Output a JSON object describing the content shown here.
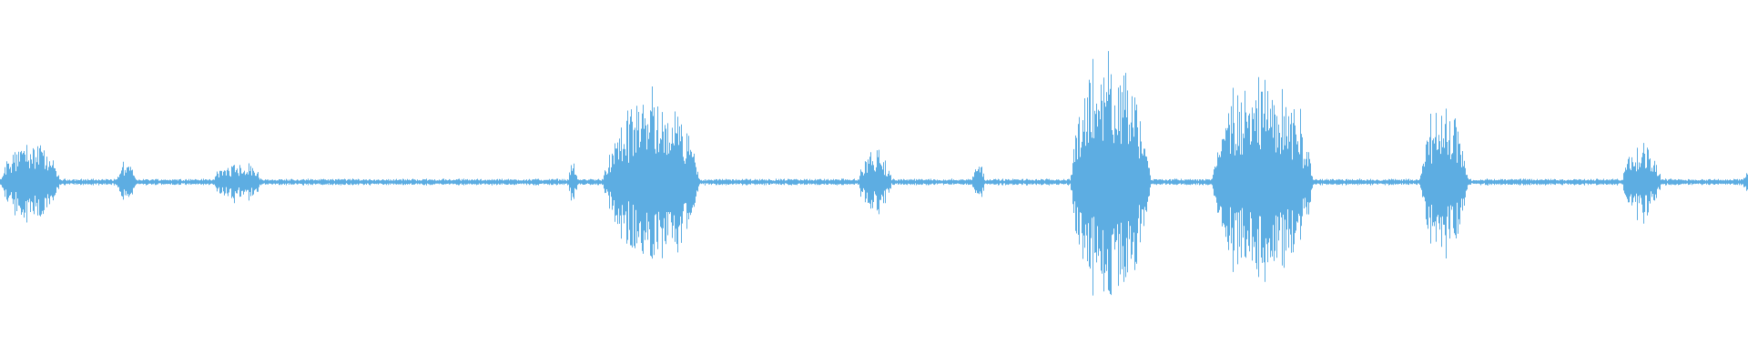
{
  "waveform": {
    "color": "#5DADE2",
    "segments": [
      {
        "start": 0.0,
        "end": 0.034,
        "amp": 0.19
      },
      {
        "start": 0.066,
        "end": 0.078,
        "amp": 0.08
      },
      {
        "start": 0.122,
        "end": 0.15,
        "amp": 0.1
      },
      {
        "start": 0.325,
        "end": 0.33,
        "amp": 0.11
      },
      {
        "start": 0.345,
        "end": 0.4,
        "amp": 0.39
      },
      {
        "start": 0.491,
        "end": 0.51,
        "amp": 0.14
      },
      {
        "start": 0.556,
        "end": 0.563,
        "amp": 0.11
      },
      {
        "start": 0.612,
        "end": 0.658,
        "amp": 0.6
      },
      {
        "start": 0.693,
        "end": 0.751,
        "amp": 0.5
      },
      {
        "start": 0.812,
        "end": 0.84,
        "amp": 0.34
      },
      {
        "start": 0.928,
        "end": 0.95,
        "amp": 0.2
      },
      {
        "start": 0.997,
        "end": 1.0,
        "amp": 0.06
      }
    ],
    "baseline_amp": 0.012
  }
}
